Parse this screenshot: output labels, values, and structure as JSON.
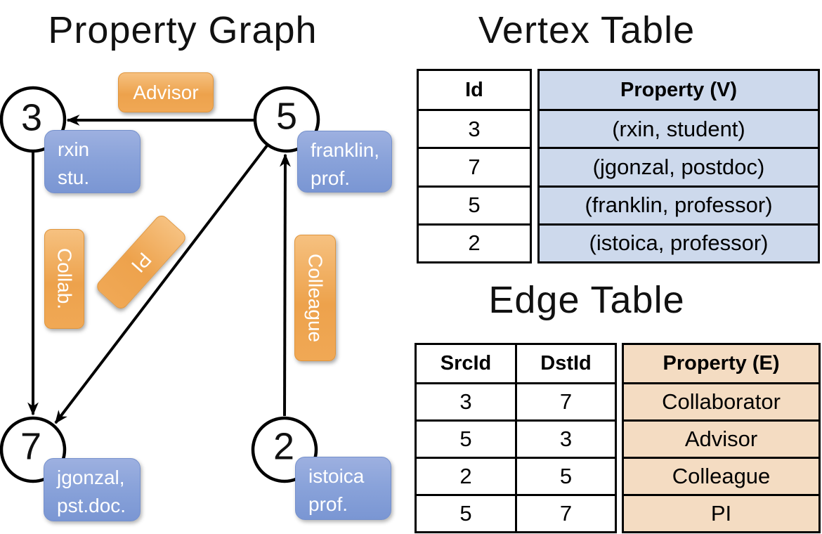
{
  "graph": {
    "title": "Property Graph",
    "nodes": [
      {
        "id": "3",
        "property": "rxin\nstu."
      },
      {
        "id": "5",
        "property": "franklin,\nprof."
      },
      {
        "id": "7",
        "property": "jgonzal,\npst.doc."
      },
      {
        "id": "2",
        "property": "istoica\nprof."
      }
    ],
    "edge_labels": {
      "advisor": "Advisor",
      "collab": "Collab.",
      "pi": "PI",
      "colleague": "Colleague"
    }
  },
  "vertex_table": {
    "title": "Vertex Table",
    "columns": {
      "id": "Id",
      "property": "Property (V)"
    },
    "rows": [
      {
        "id": "3",
        "property": "(rxin, student)"
      },
      {
        "id": "7",
        "property": "(jgonzal, postdoc)"
      },
      {
        "id": "5",
        "property": "(franklin, professor)"
      },
      {
        "id": "2",
        "property": "(istoica, professor)"
      }
    ]
  },
  "edge_table": {
    "title": "Edge Table",
    "columns": {
      "src": "SrcId",
      "dst": "DstId",
      "property": "Property (E)"
    },
    "rows": [
      {
        "src": "3",
        "dst": "7",
        "property": "Collaborator"
      },
      {
        "src": "5",
        "dst": "3",
        "property": "Advisor"
      },
      {
        "src": "2",
        "dst": "5",
        "property": "Colleague"
      },
      {
        "src": "5",
        "dst": "7",
        "property": "PI"
      }
    ]
  },
  "colors": {
    "edge_label_orange": "#eda24c",
    "vertex_box_blue": "#8aa3da",
    "vertex_table_fill": "#cdd9ec",
    "edge_table_fill": "#f4dcc2",
    "line_stroke": "#000000",
    "node_fill": "#ffffff"
  }
}
